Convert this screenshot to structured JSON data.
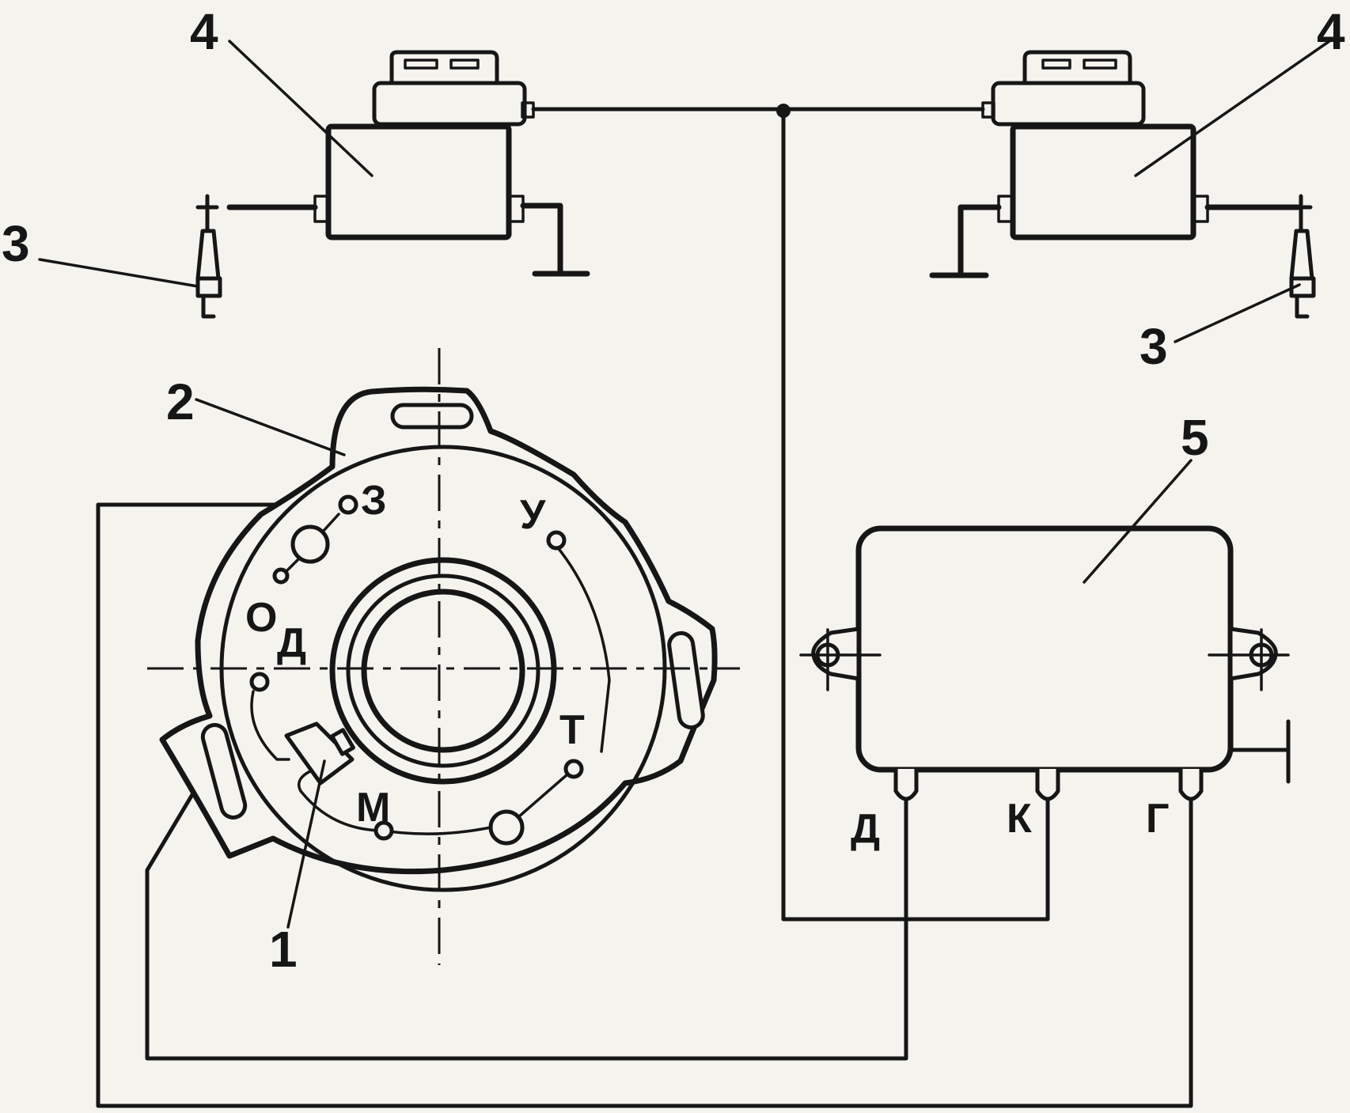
{
  "callouts": {
    "c1": "1",
    "c2": "2",
    "c3_left": "3",
    "c3_right": "3",
    "c4_left": "4",
    "c4_right": "4",
    "c5": "5"
  },
  "stator_terminals": {
    "z": "З",
    "u": "У",
    "o": "О",
    "d": "Д",
    "t": "Т",
    "m": "М"
  },
  "regulator_terminals": {
    "d": "Д",
    "k": "К",
    "g": "Г"
  },
  "colors": {
    "ink": "#161616",
    "paper": "#f4f3ee"
  }
}
